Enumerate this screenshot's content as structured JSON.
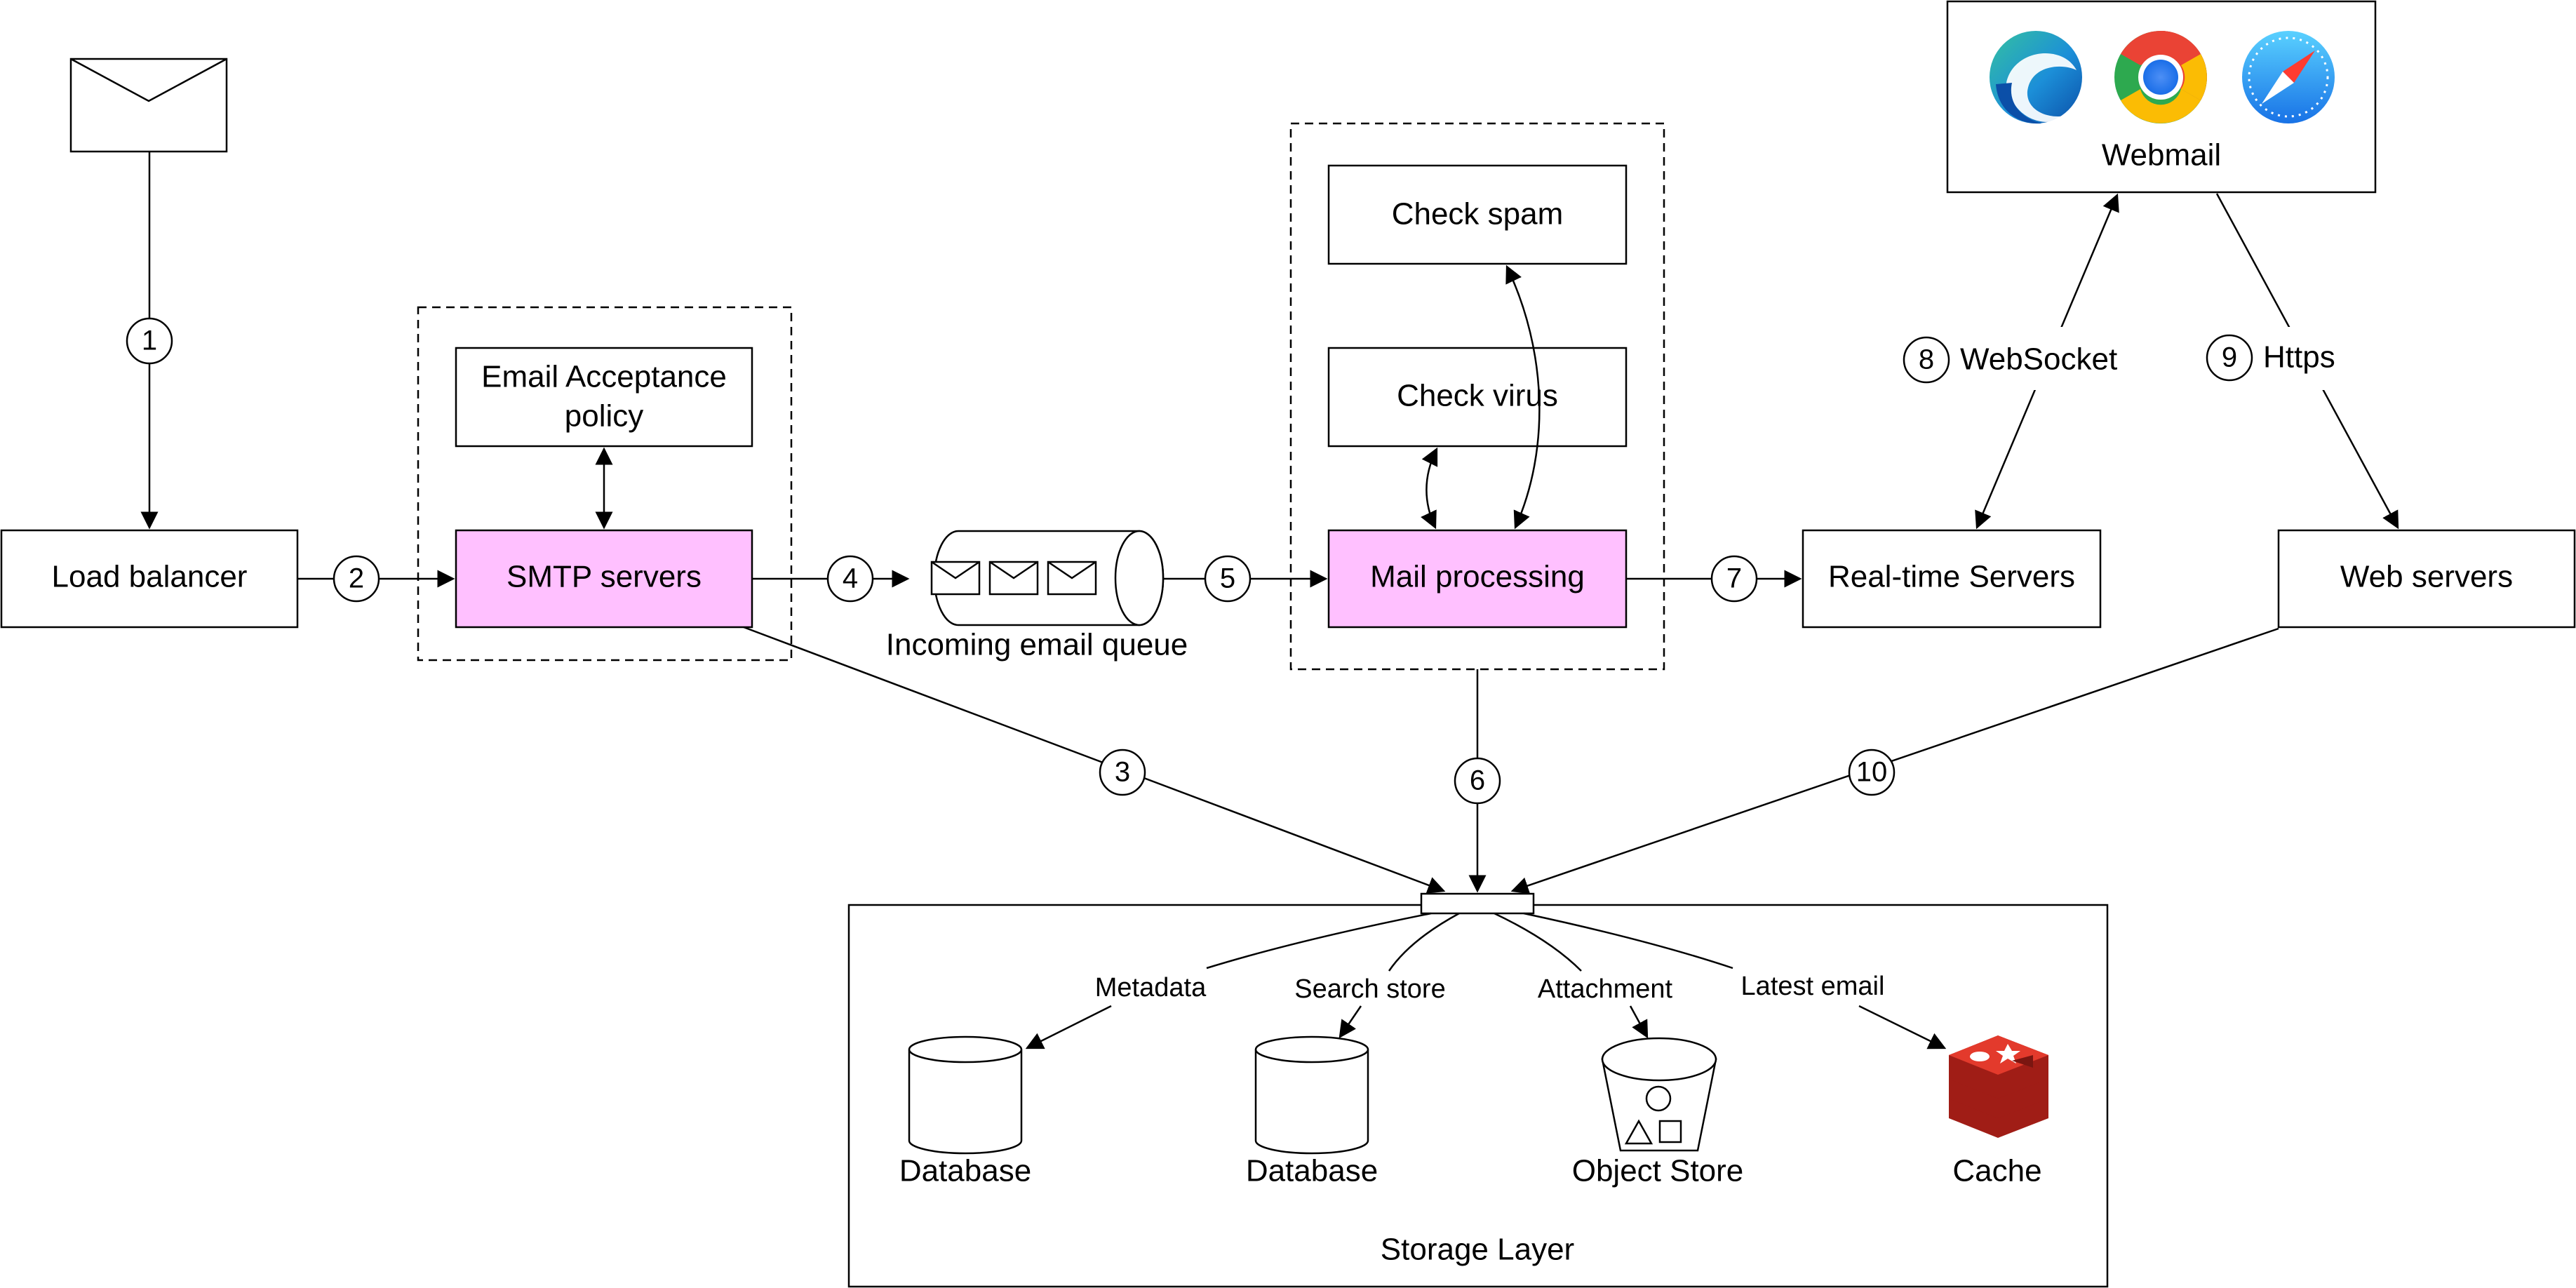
{
  "nodes": {
    "load_balancer": "Load balancer",
    "email_acceptance_line1": "Email Acceptance",
    "email_acceptance_line2": "policy",
    "smtp_servers": "SMTP servers",
    "incoming_queue": "Incoming email queue",
    "check_spam": "Check spam",
    "check_virus": "Check virus",
    "mail_processing": "Mail processing",
    "realtime_servers": "Real-time Servers",
    "web_servers": "Web servers",
    "webmail": "Webmail",
    "storage_layer": "Storage Layer"
  },
  "steps": [
    "1",
    "2",
    "3",
    "4",
    "5",
    "6",
    "7",
    "8",
    "9",
    "10"
  ],
  "step_labels": {
    "websocket": "WebSocket",
    "https": "Https"
  },
  "storage": {
    "edges": [
      "Metadata",
      "Search store",
      "Attachment",
      "Latest email"
    ],
    "items": [
      "Database",
      "Database",
      "Object Store",
      "Cache"
    ]
  },
  "colors": {
    "highlight": "#ffc0ff",
    "redis": "#d82c20"
  },
  "icons": [
    "envelope-icon",
    "edge-browser-icon",
    "chrome-browser-icon",
    "safari-browser-icon",
    "database-icon",
    "object-store-icon",
    "redis-cache-icon"
  ]
}
